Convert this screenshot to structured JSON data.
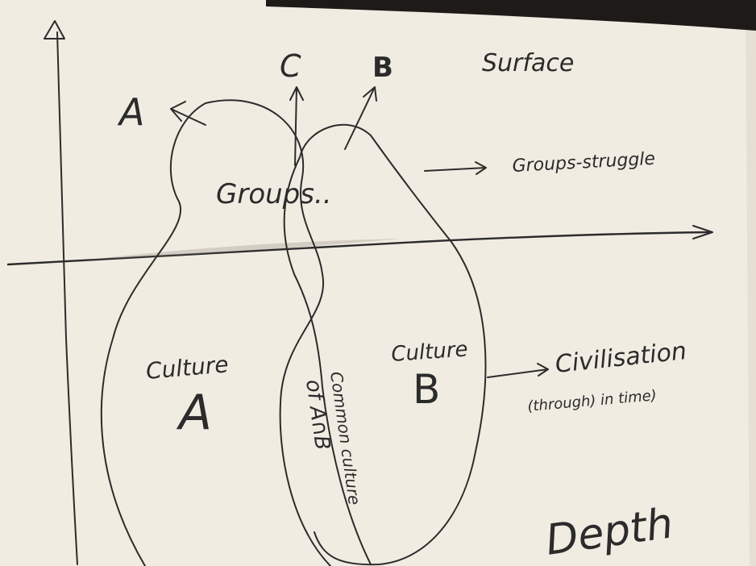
{
  "sketch": {
    "labels": {
      "surface": "Surface",
      "group_a": "A",
      "group_c": "C",
      "group_b": "B",
      "groups": "Groups..",
      "groups_struggle": "Groups-struggle",
      "culture_a_word": "Culture",
      "culture_a_letter": "A",
      "culture_b_word": "Culture",
      "culture_b_letter": "B",
      "common_culture_line1": "Common culture",
      "common_culture_line2": "of A∩B",
      "civilisation": "Civilisation",
      "through_time": "(through) in time)",
      "depth": "Depth"
    },
    "colors": {
      "paper": "#f3eee4",
      "ink": "#2b2b2b",
      "dark_top": "#1e1a17"
    }
  }
}
